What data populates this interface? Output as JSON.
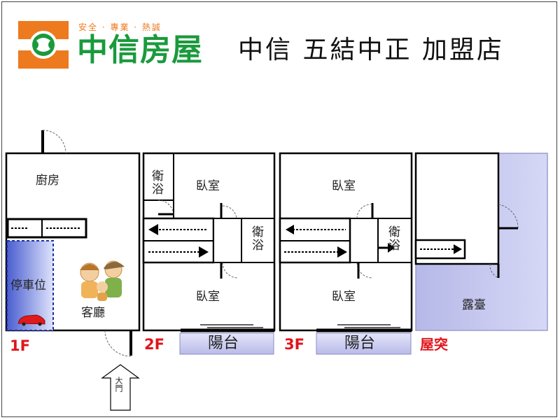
{
  "logo": {
    "slogan": "安全 · 專業 · 熱誠",
    "brand": "中信房屋",
    "colors": {
      "orange": "#ee7a1f",
      "green": "#1a9a3c"
    }
  },
  "header": {
    "title": "中信  五結中正  加盟店"
  },
  "floors": {
    "f1": {
      "label": "1F",
      "kitchen": "廚房",
      "parking": "停車位",
      "living": "客廳",
      "entrance": "大門"
    },
    "f2": {
      "label": "2F",
      "bath": "衛浴",
      "bedroom_top": "臥室",
      "bath_right": "衛浴",
      "bedroom_bottom": "臥室",
      "balcony": "陽台"
    },
    "f3": {
      "label": "3F",
      "bedroom_top": "臥室",
      "bath": "衛浴",
      "bedroom_bottom": "臥室",
      "balcony": "陽台"
    },
    "roof": {
      "label": "屋突",
      "terrace": "露臺"
    }
  },
  "colors": {
    "floor_label": "#e0151b",
    "parking_fill": "#5566cc",
    "terrace_fill": "#b4b6e6",
    "balcony_fill": "#c5c7ee"
  }
}
